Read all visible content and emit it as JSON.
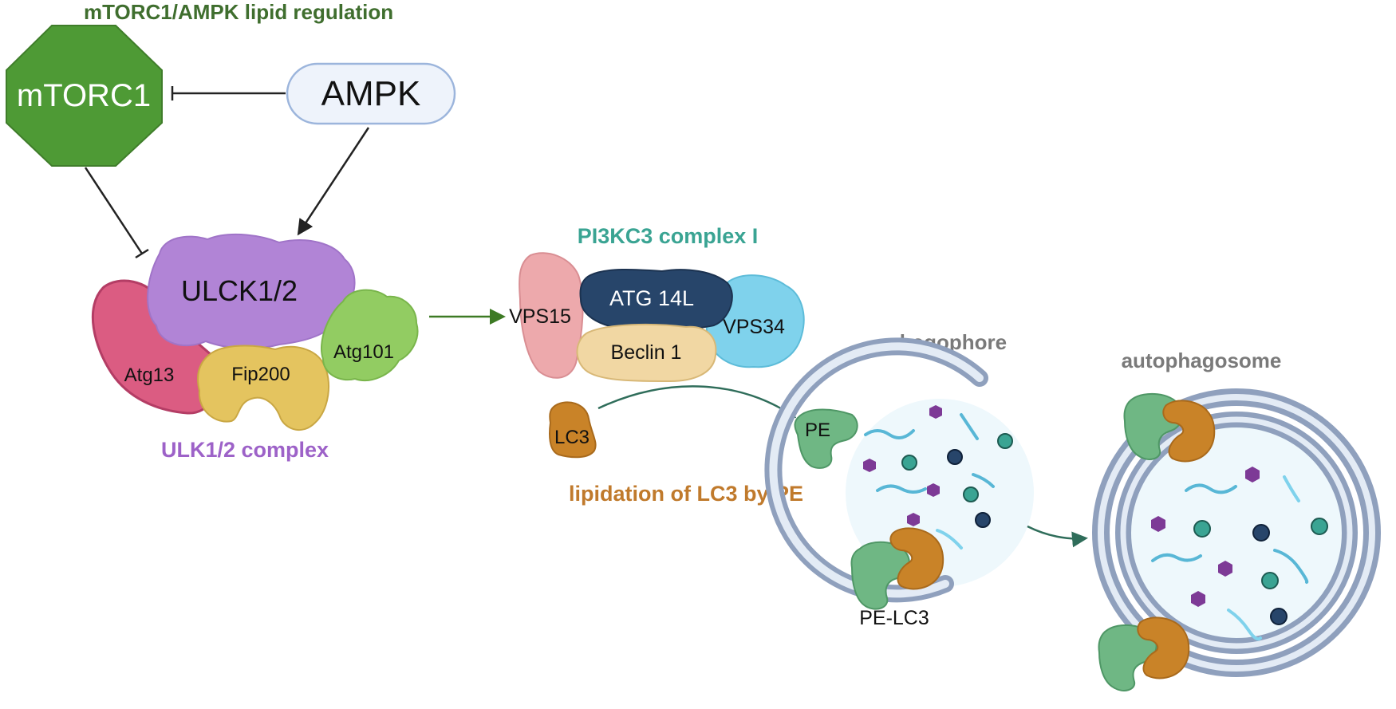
{
  "titles": {
    "regulation": "mTORC1/AMPK lipid regulation",
    "ulk_complex": "ULK1/2 complex",
    "pi3kc3": "PI3KC3 complex I",
    "lipidation": "lipidation of LC3 by PE",
    "phagophore": "phagophore",
    "autophagosome": "autophagosome"
  },
  "nodes": {
    "mtorc1": "mTORC1",
    "ampk": "AMPK",
    "ulck": "ULCK1/2",
    "atg13": "Atg13",
    "fip200": "Fip200",
    "atg101": "Atg101",
    "vps15": "VPS15",
    "atg14l": "ATG 14L",
    "beclin1": "Beclin 1",
    "vps34": "VPS34",
    "lc3": "LC3",
    "pe": "PE",
    "pe_lc3": "PE-LC3"
  },
  "colors": {
    "regulation_title": "#3f6e2e",
    "mtorc1": "#4e9a35",
    "ampk_fill": "#eef3fb",
    "ampk_stroke": "#9cb5dc",
    "ulck": "#b184d6",
    "atg13": "#db5c82",
    "fip200": "#e4c45f",
    "atg101": "#92cc62",
    "ulk_title": "#9d62c8",
    "vps15": "#eda9ac",
    "atg14l": "#27456a",
    "beclin1": "#f1d7a3",
    "vps34": "#7fd2ec",
    "pi3kc3_title": "#3aa493",
    "lc3": "#c98328",
    "lipidation_title": "#c07a2c",
    "pe": "#6fb784",
    "membrane": "#8fa0bd",
    "arrow_teal": "#2f6d5a",
    "arrow_green": "#3d7a24",
    "grey_title": "#7a7a7a"
  }
}
